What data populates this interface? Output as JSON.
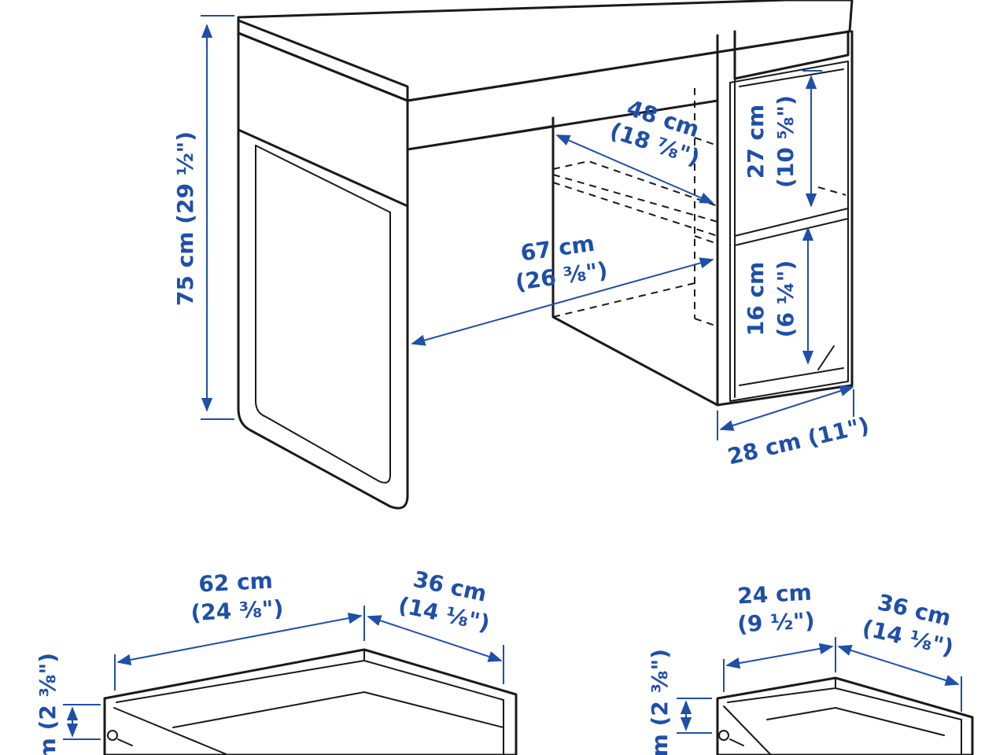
{
  "colors": {
    "dimension": "#1f4fa8",
    "outline": "#1a1a1a",
    "background": "#ffffff"
  },
  "desk": {
    "height_cm": "75 cm",
    "height_in": "(29 ½\")",
    "leg_gap_cm": "67 cm",
    "leg_gap_in": "(26 ⅜\")",
    "shelf_depth_cm": "48 cm",
    "shelf_depth_in": "(18 ⅞\")",
    "upper_opening_cm": "27 cm",
    "upper_opening_in": "(10 ⅝\")",
    "lower_opening_cm": "16 cm",
    "lower_opening_in": "(6 ¼\")",
    "cabinet_width": "28 cm (11\")"
  },
  "large_drawer": {
    "width_cm": "62 cm",
    "width_in": "(24 ⅜\")",
    "depth_cm": "36 cm",
    "depth_in": "(14 ⅛\")",
    "height_partial": "m (2 ⅜\")"
  },
  "small_drawer": {
    "width_cm": "24 cm",
    "width_in": "(9 ½\")",
    "depth_cm": "36 cm",
    "depth_in": "(14 ⅛\")",
    "height_partial": "m (2 ⅜\")"
  }
}
